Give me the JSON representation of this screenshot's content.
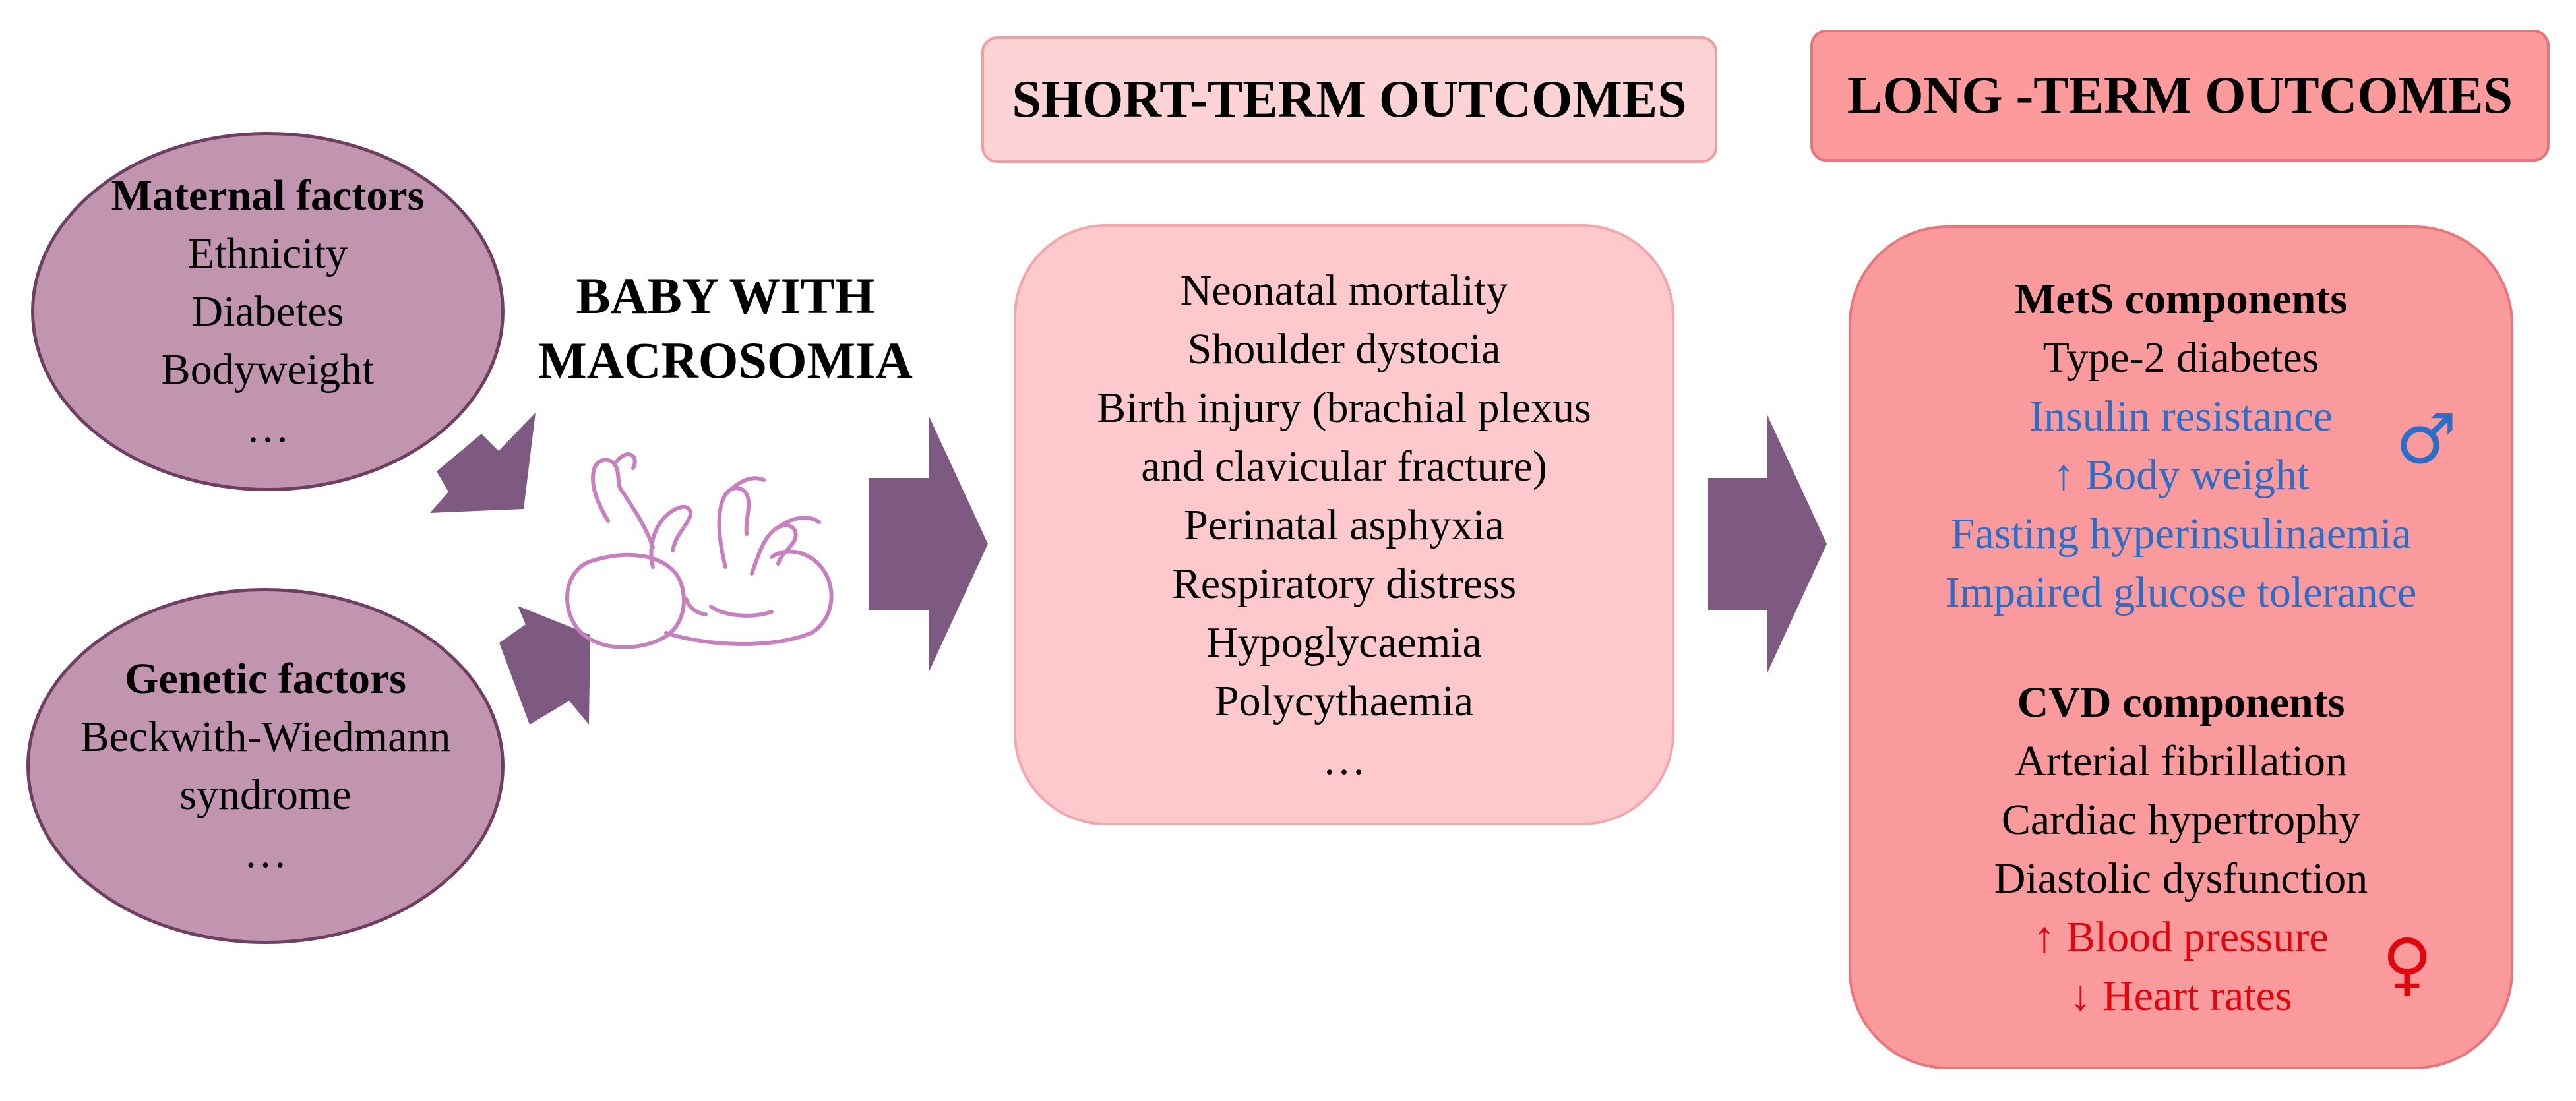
{
  "colors": {
    "factor_fill": "#c195b0",
    "factor_border": "#6e3f62",
    "arrow": "#7e5a82",
    "baby_outline": "#c77fbf",
    "short_fill": "#fdc9cc",
    "long_fill": "#fa9a9c",
    "male_blue": "#2b6dc8",
    "female_red": "#e0060e"
  },
  "maternal": {
    "title": "Maternal factors",
    "items": [
      "Ethnicity",
      "Diabetes",
      "Bodyweight",
      "…"
    ]
  },
  "genetic": {
    "title": "Genetic factors",
    "items": [
      "Beckwith-Wiedmann",
      "syndrome",
      "…"
    ]
  },
  "baby": {
    "line1": "BABY WITH",
    "line2": "MACROSOMIA",
    "icon": "baby-icon"
  },
  "short_term": {
    "header": "SHORT-TERM OUTCOMES",
    "items": [
      "Neonatal mortality",
      "Shoulder dystocia",
      "Birth injury (brachial plexus",
      "and clavicular fracture)",
      "Perinatal asphyxia",
      "Respiratory distress",
      "Hypoglycaemia",
      "Polycythaemia",
      "…"
    ]
  },
  "long_term": {
    "header": "LONG -TERM OUTCOMES",
    "mets": {
      "title": "MetS components",
      "general": "Type-2 diabetes",
      "male_items": [
        "Insulin resistance",
        "↑ Body weight",
        "Fasting hyperinsulinaemia",
        "Impaired glucose tolerance"
      ]
    },
    "cvd": {
      "title": "CVD components",
      "general": [
        "Arterial fibrillation",
        "Cardiac hypertrophy",
        "Diastolic dysfunction"
      ],
      "female_items": [
        "↑ Blood pressure",
        "↓ Heart rates"
      ]
    },
    "male_symbol": "♂",
    "female_symbol": "♀"
  }
}
